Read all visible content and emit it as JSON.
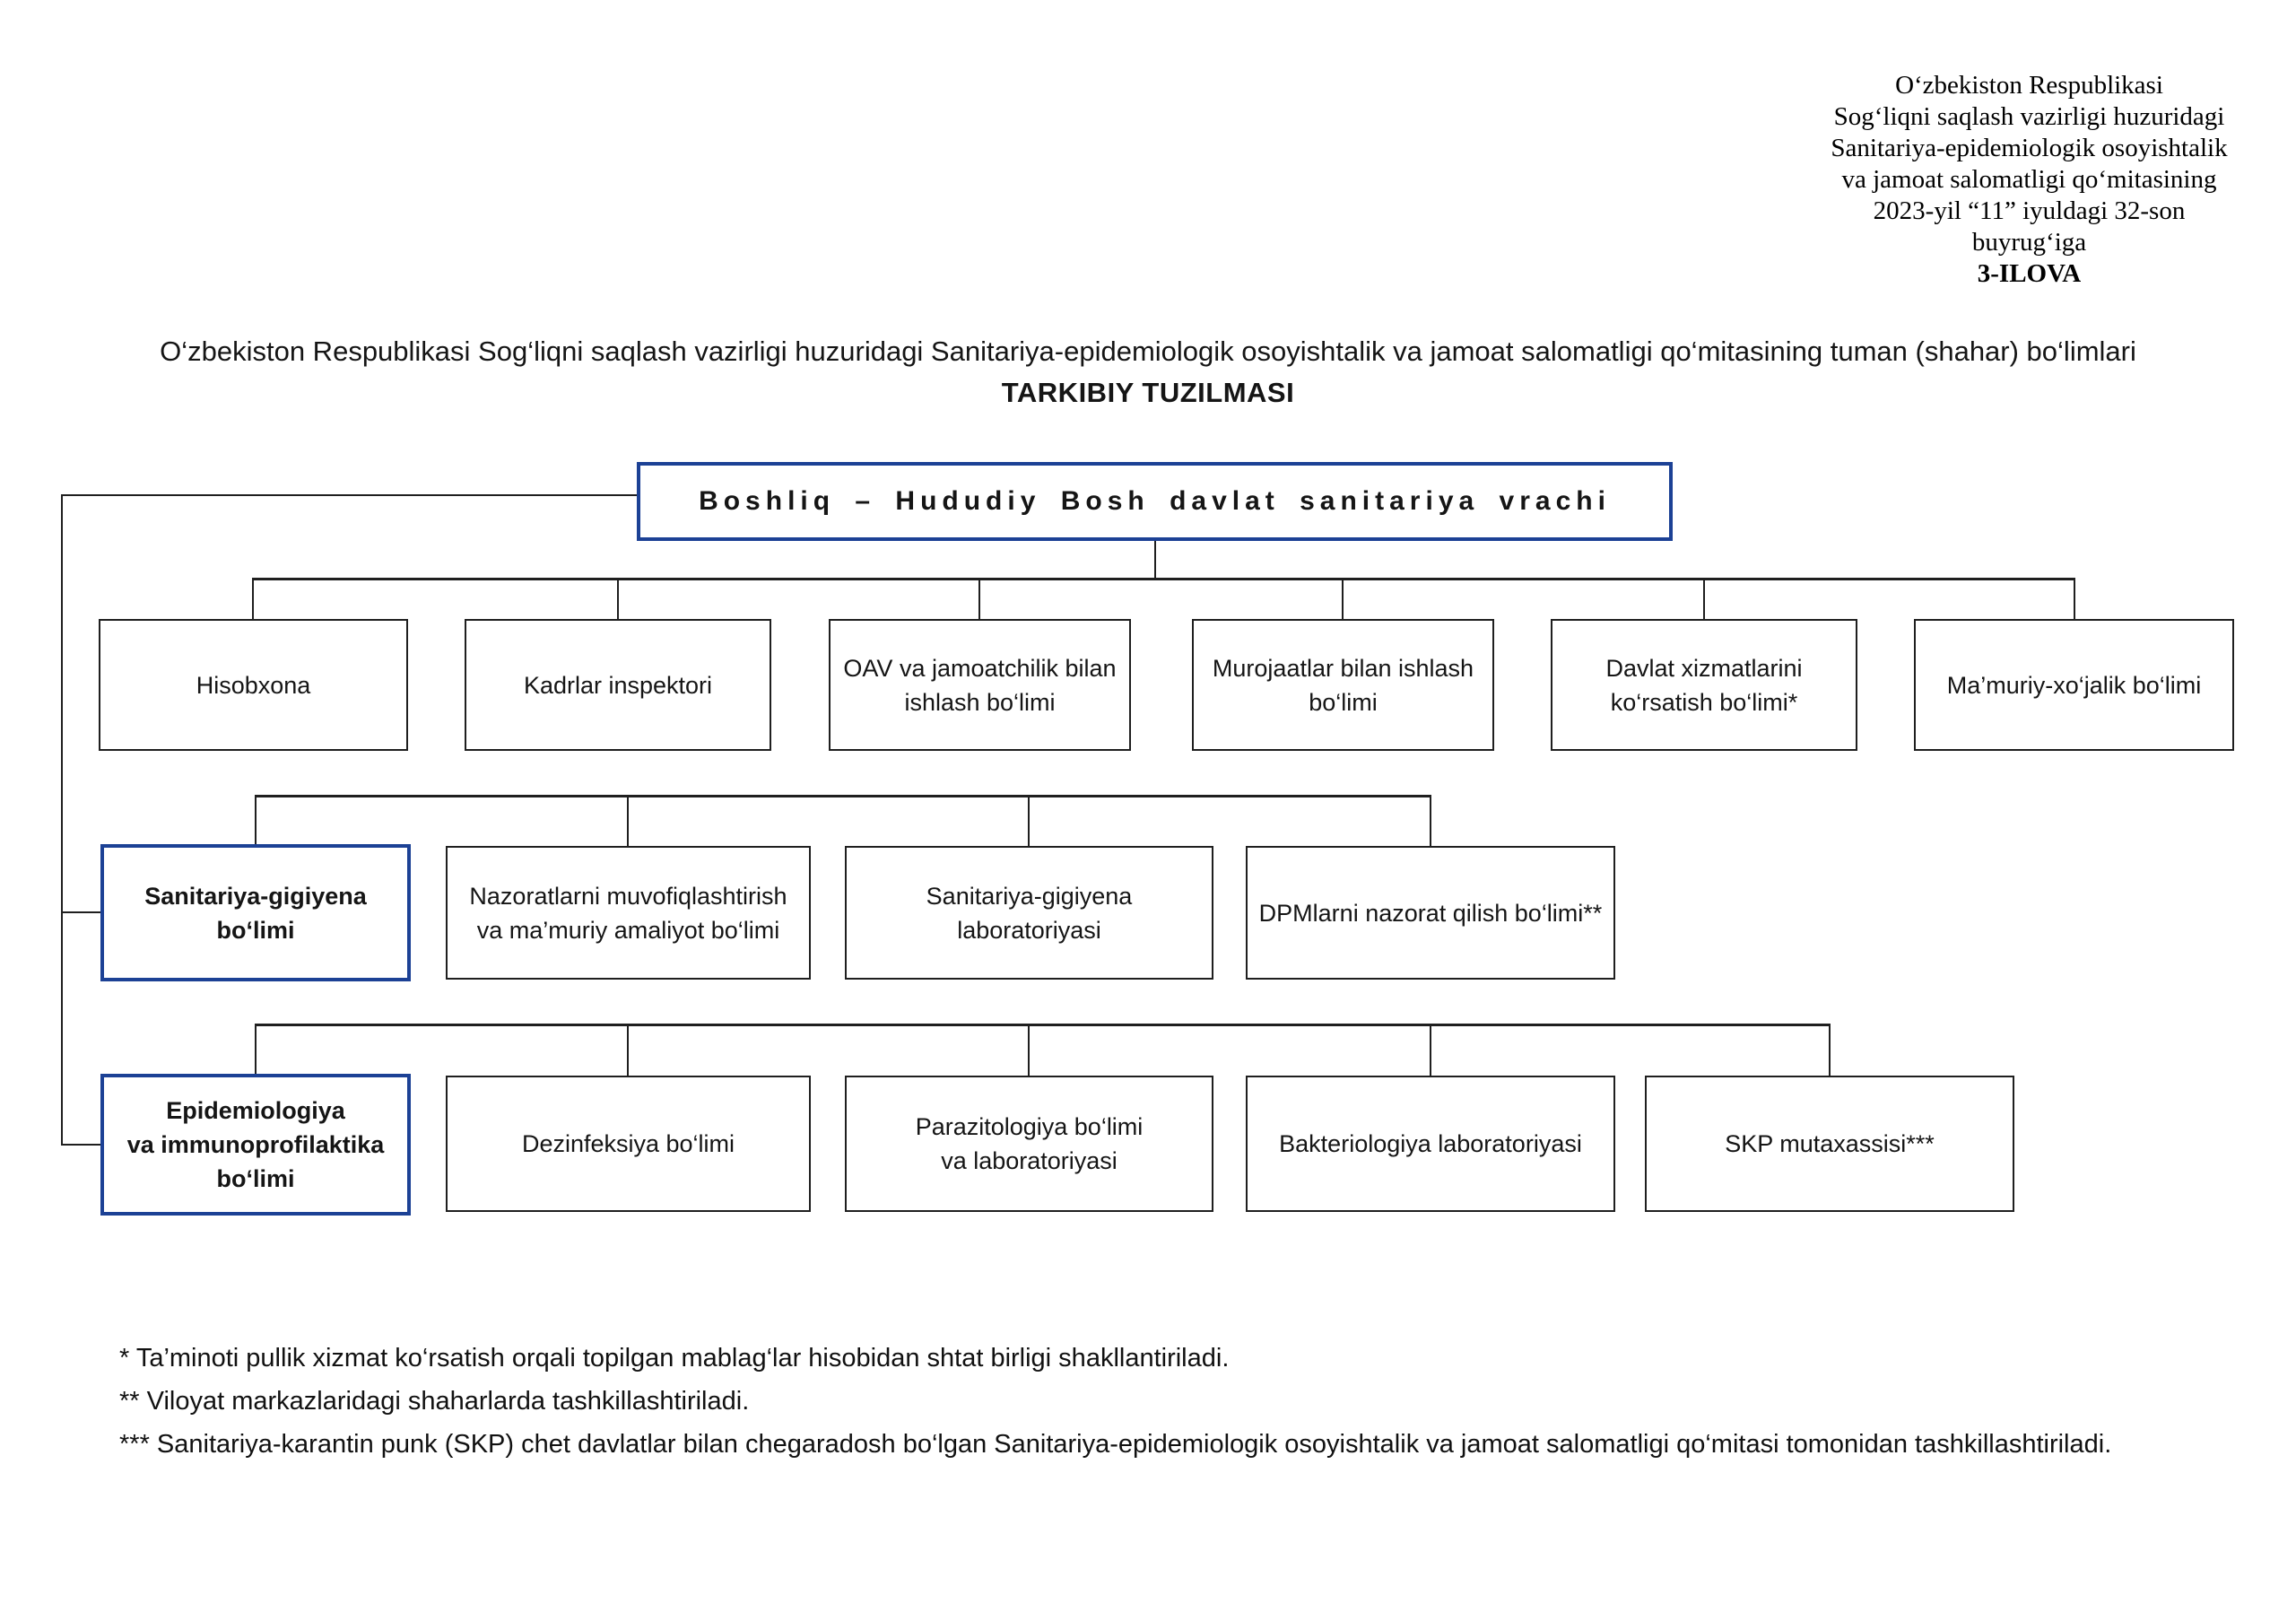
{
  "header_right": {
    "lines": [
      "O‘zbekiston Respublikasi",
      "Sog‘liqni saqlash vazirligi huzuridagi",
      "Sanitariya-epidemiologik osoyishtalik",
      "va jamoat salomatligi qo‘mitasining",
      "2023-yil “11” iyuldagi 32-son",
      "buyrug‘iga",
      "3-ILOVA"
    ]
  },
  "title": {
    "line1": "O‘zbekiston Respublikasi Sog‘liqni saqlash vazirligi huzuridagi Sanitariya-epidemiologik osoyishtalik va jamoat salomatligi qo‘mitasining tuman (shahar) bo‘limlari",
    "line2": "TARKIBIY TUZILMASI"
  },
  "org": {
    "root": "Boshliq – Hududiy Bosh davlat sanitariya vrachi",
    "row1": [
      "Hisobxona",
      "Kadrlar inspektori",
      "OAV va jamoatchilik bilan\nishlash bo‘limi",
      "Murojaatlar bilan ishlash\nbo‘limi",
      "Davlat xizmatlarini\nko‘rsatish bo‘limi*",
      "Ma’muriy-xo‘jalik bo‘limi"
    ],
    "row2": [
      "Sanitariya-gigiyena\nbo‘limi",
      "Nazoratlarni muvofiqlashtirish\nva ma’muriy amaliyot bo‘limi",
      "Sanitariya-gigiyena laboratoriyasi",
      "DPMlarni nazorat qilish bo‘limi**"
    ],
    "row3": [
      "Epidemiologiya\nva immunoprofilaktika\nbo‘limi",
      "Dezinfeksiya bo‘limi",
      "Parazitologiya bo‘limi\nva laboratoriyasi",
      "Bakteriologiya laboratoriyasi",
      "SKP mutaxassisi***"
    ]
  },
  "footnotes": [
    "* Ta’minoti pullik xizmat ko‘rsatish orqali topilgan mablag‘lar hisobidan shtat birligi shakllantiriladi.",
    "** Viloyat markazlaridagi shaharlarda tashkillashtiriladi.",
    "*** Sanitariya-karantin punk (SKP) chet davlatlar bilan chegaradosh bo‘lgan Sanitariya-epidemiologik osoyishtalik va jamoat salomatligi qo‘mitasi tomonidan tashkillashtiriladi."
  ],
  "colors": {
    "accent_blue": "#1c4195",
    "line_color": "#1f1f1f"
  }
}
